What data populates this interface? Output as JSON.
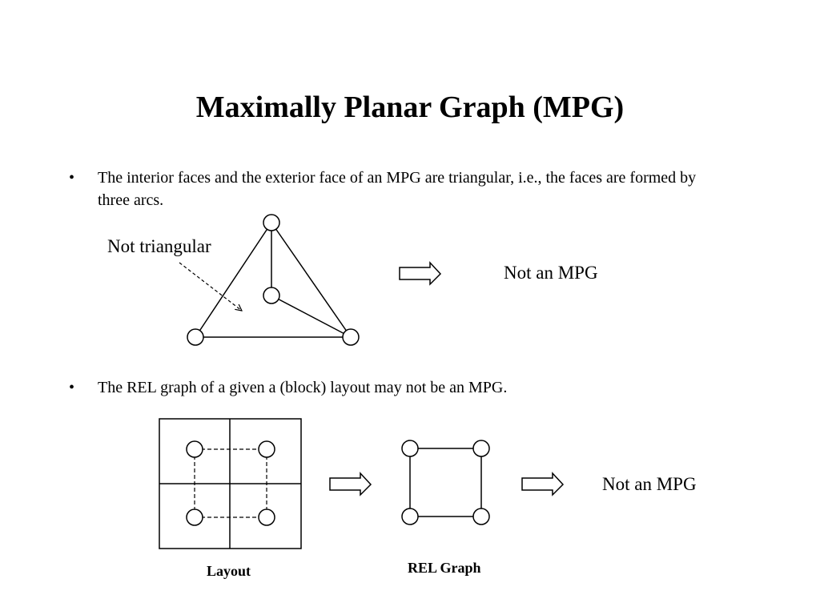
{
  "slide": {
    "title": "Maximally Planar Graph (MPG)",
    "bullet_symbol": "•",
    "bullets": [
      "The interior faces and the exterior face of an MPG are triangular, i.e., the faces are formed by three arcs.",
      "The REL graph of a given a (block) layout may not be an MPG."
    ]
  },
  "diagram1": {
    "annotation": "Not triangular",
    "result": "Not an MPG"
  },
  "diagram2": {
    "layout_caption": "Layout",
    "rel_caption": "REL Graph",
    "result": "Not an MPG"
  },
  "colors": {
    "background": "#ffffff",
    "ink": "#000000"
  }
}
